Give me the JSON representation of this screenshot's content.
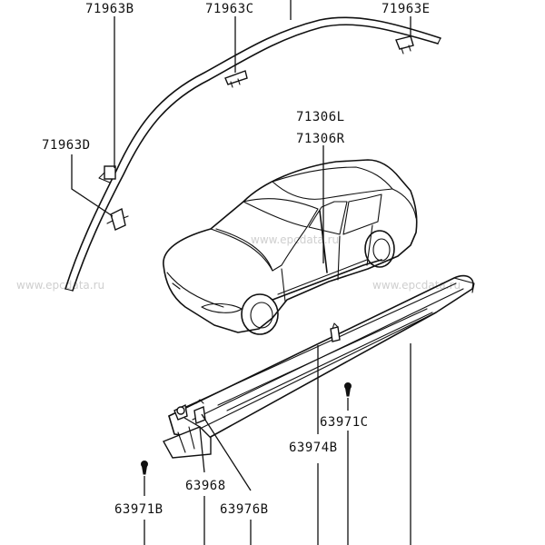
{
  "labels": {
    "l71963B": "71963B",
    "l71963C": "71963C",
    "l71963E": "71963E",
    "l71963D": "71963D",
    "l71306L": "71306L",
    "l71306R": "71306R",
    "l63971C": "63971C",
    "l63974B": "63974B",
    "l63968": "63968",
    "l63976B": "63976B",
    "l63971B": "63971B"
  },
  "watermarks": {
    "left": "www.epcdata.ru",
    "center": "www.epcdata.ru",
    "right": "www.epcdata.ru"
  }
}
